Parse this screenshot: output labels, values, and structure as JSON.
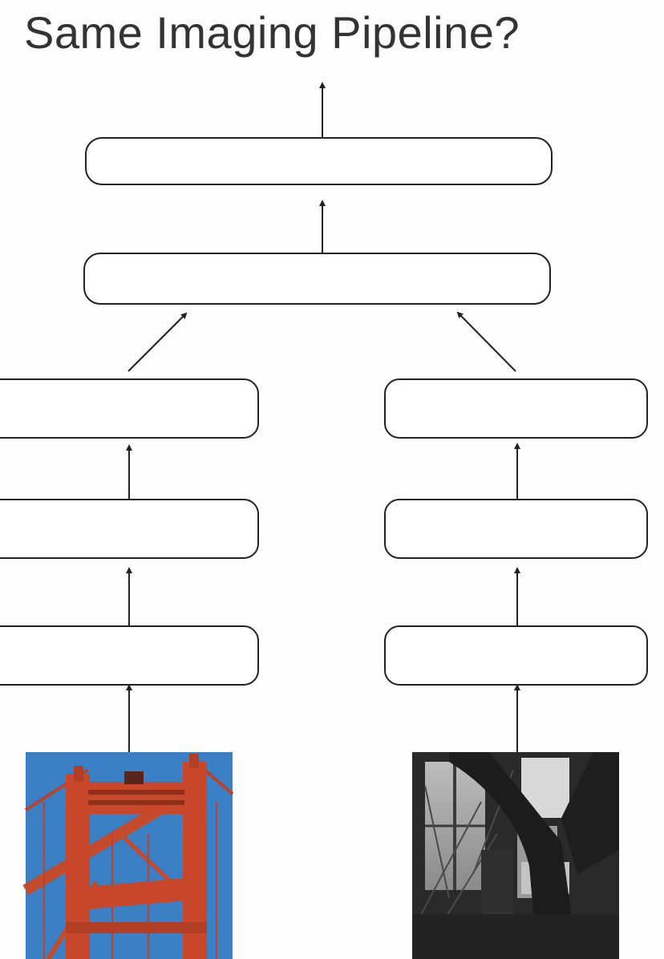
{
  "title": "Same Imaging Pipeline?",
  "diagram": {
    "stages": [
      {
        "id": "merged-top"
      },
      {
        "id": "merged-bottom"
      },
      {
        "id": "left-3"
      },
      {
        "id": "left-2"
      },
      {
        "id": "left-1"
      },
      {
        "id": "right-3"
      },
      {
        "id": "right-2"
      },
      {
        "id": "right-1"
      }
    ],
    "inputs": [
      {
        "id": "left-input",
        "depicts": "orange-red suspension bridge tower against blue sky (color image)"
      },
      {
        "id": "right-input",
        "depicts": "grayscale photo of tree trunk and branches in front of a window"
      }
    ]
  },
  "colors": {
    "stroke": "#222222",
    "bridge_sky": "#3b7fc4",
    "bridge_orange": "#c8462a"
  }
}
